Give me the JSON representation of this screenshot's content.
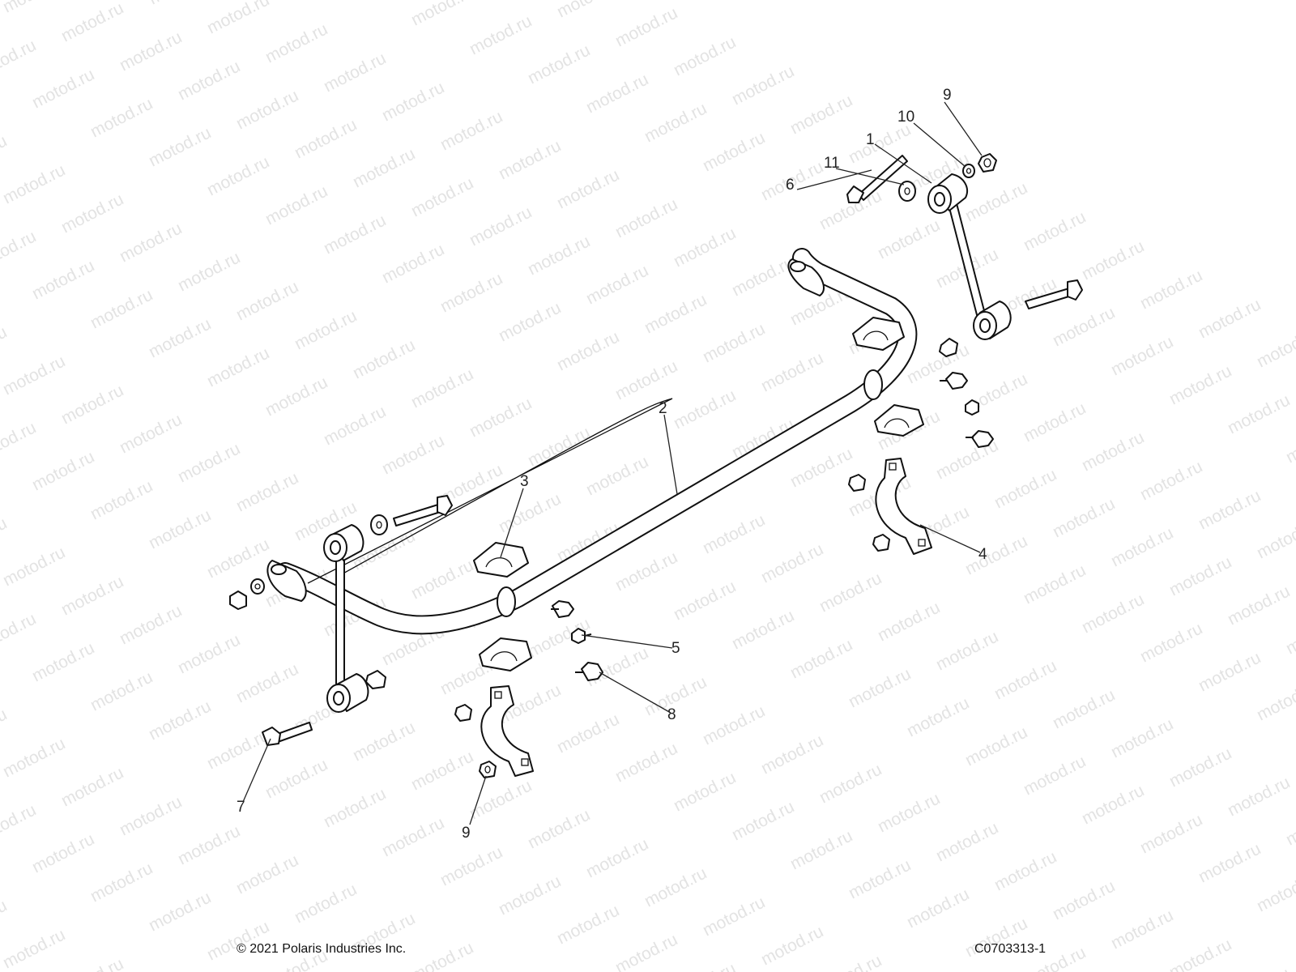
{
  "watermark": {
    "text": "motod.ru"
  },
  "callouts": [
    {
      "id": "c1",
      "label": "1"
    },
    {
      "id": "c2",
      "label": "2"
    },
    {
      "id": "c3",
      "label": "3"
    },
    {
      "id": "c4",
      "label": "4"
    },
    {
      "id": "c5",
      "label": "5"
    },
    {
      "id": "c6",
      "label": "6"
    },
    {
      "id": "c7",
      "label": "7"
    },
    {
      "id": "c8",
      "label": "8"
    },
    {
      "id": "c9a",
      "label": "9"
    },
    {
      "id": "c9b",
      "label": "9"
    },
    {
      "id": "c10",
      "label": "10"
    },
    {
      "id": "c11",
      "label": "11"
    }
  ],
  "footer": {
    "copyright": "© 2021 Polaris Industries Inc.",
    "figure_id": "C0703313-1"
  }
}
